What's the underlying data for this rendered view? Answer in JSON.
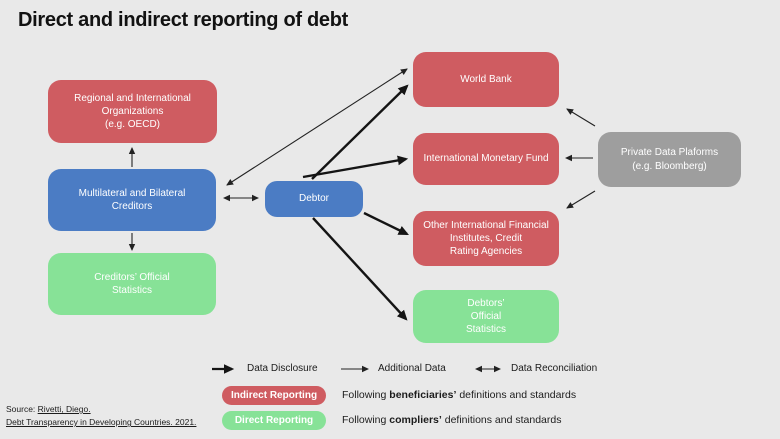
{
  "title": "Direct and indirect reporting of debt",
  "nodes": {
    "regional": {
      "lines": [
        "Regional and International",
        "Organizations",
        "(e.g. OECD)"
      ],
      "color": "#cf5c61"
    },
    "multilateral": {
      "lines": [
        "Multilateral and Bilateral",
        "Creditors"
      ],
      "color": "#4b7cc4"
    },
    "creditors_stats": {
      "lines": [
        "Creditors’ Official",
        "Statistics"
      ],
      "color": "#87e297"
    },
    "debtor": {
      "lines": [
        "Debtor"
      ],
      "color": "#4b7cc4"
    },
    "world_bank": {
      "lines": [
        "World Bank"
      ],
      "color": "#cf5c61"
    },
    "imf": {
      "lines": [
        "International Monetary Fund"
      ],
      "color": "#cf5c61"
    },
    "other_intl": {
      "lines": [
        "Other International Financial",
        "Institutes, Credit",
        "Rating Agencies"
      ],
      "color": "#cf5c61"
    },
    "debtors_stats": {
      "lines": [
        "Debtors’",
        "Official",
        "Statistics"
      ],
      "color": "#87e297"
    },
    "private_data": {
      "lines": [
        "Private Data Plaforms",
        "(e.g. Bloomberg)"
      ],
      "color": "#9e9e9e"
    }
  },
  "legend": {
    "arrows": [
      {
        "type": "thick",
        "label": "Data Disclosure"
      },
      {
        "type": "thin",
        "label": "Additional Data"
      },
      {
        "type": "double",
        "label": "Data Reconciliation"
      }
    ],
    "indirect": {
      "badge": "Indirect Reporting",
      "prefix": "Following ",
      "bold": "beneficiaries’",
      "suffix": " definitions and standards"
    },
    "direct": {
      "badge": "Direct Reporting",
      "prefix": "Following ",
      "bold": "compliers’",
      "suffix": " definitions and standards"
    }
  },
  "source": {
    "prefix": "Source: ",
    "author": "Rivetti, Diego.",
    "work": "Debt Transparency in Developing Countries. 2021."
  },
  "colors": {
    "background": "#e9e9e9",
    "indirect_red": "#cf5c61",
    "direct_green": "#87e297",
    "blue": "#4b7cc4",
    "gray": "#9e9e9e",
    "arrow": "#1c1c1c"
  }
}
